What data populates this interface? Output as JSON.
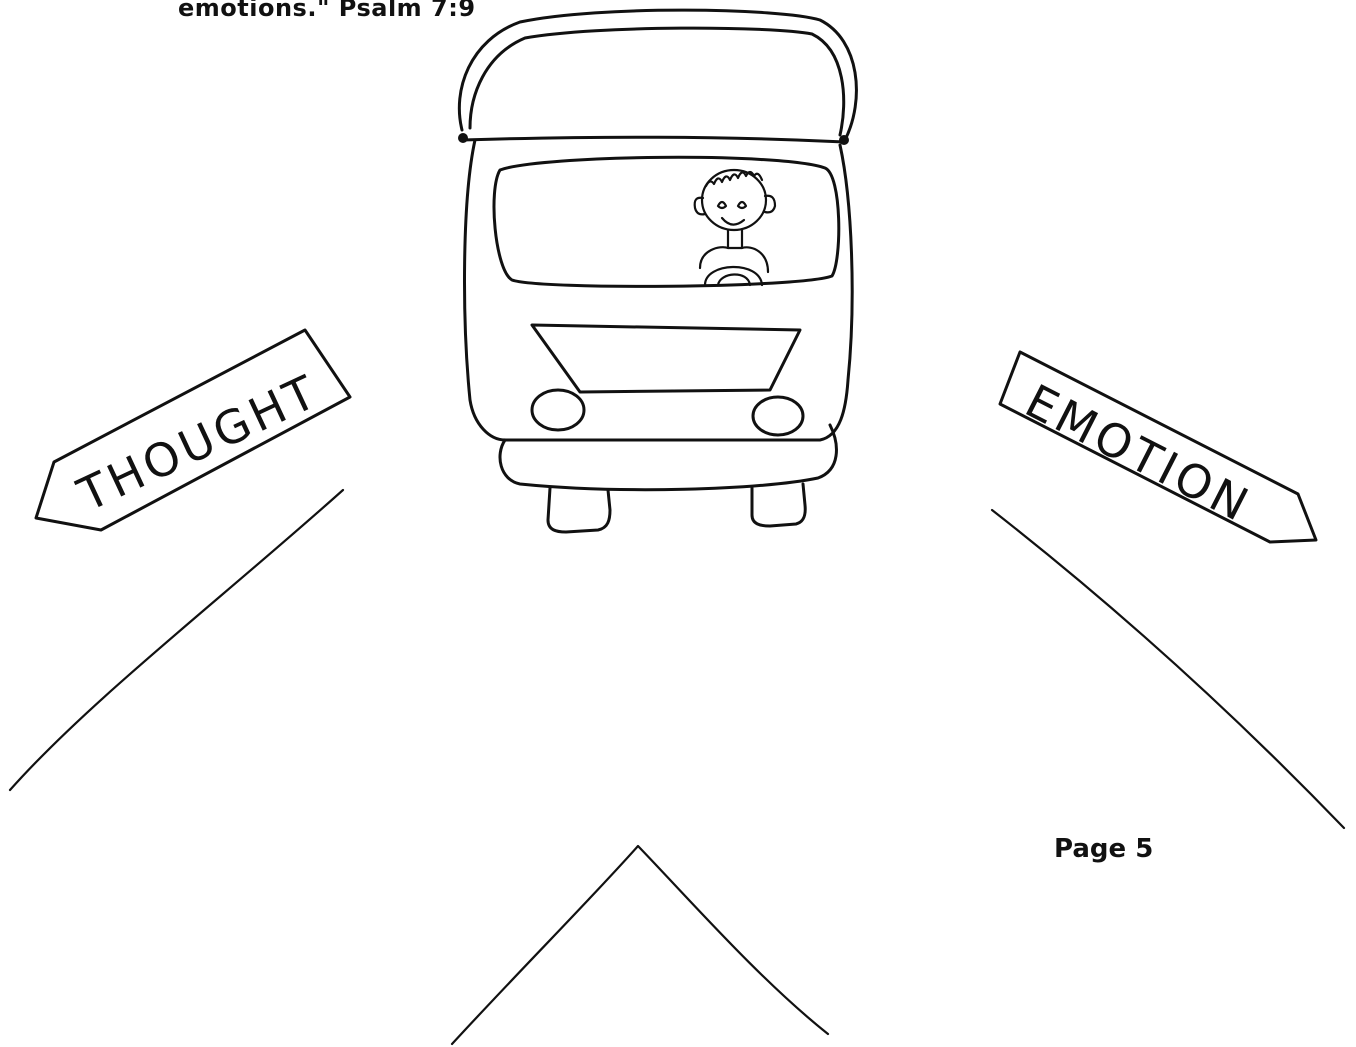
{
  "verse": {
    "text": "emotions.\" Psalm 7:9"
  },
  "signs": {
    "left": {
      "label": "THOUGHT"
    },
    "right": {
      "label": "EMOTION"
    }
  },
  "footer": {
    "page_label": "Page 5"
  },
  "colors": {
    "ink": "#111111",
    "paper": "#ffffff"
  }
}
